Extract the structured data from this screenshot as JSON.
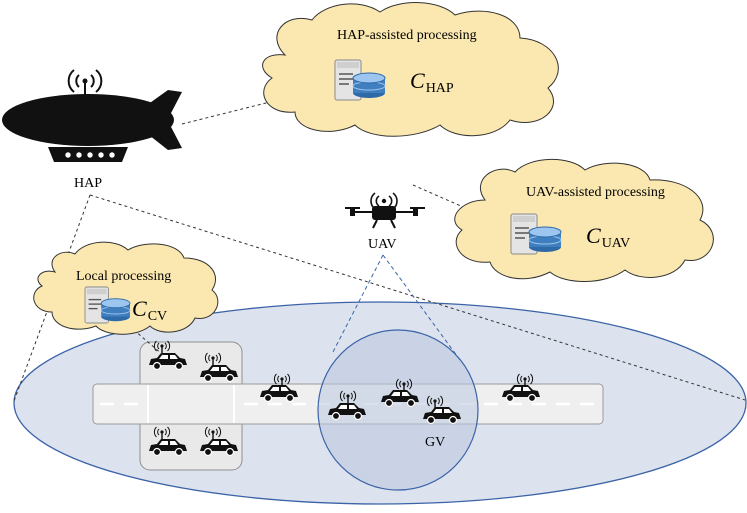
{
  "hap": {
    "label": "HAP",
    "cloud_title": "HAP-assisted processing",
    "server_symbol": "C",
    "server_subscript": "HAP"
  },
  "uav": {
    "label": "UAV",
    "cloud_title": "UAV-assisted processing",
    "server_symbol": "C",
    "server_subscript": "UAV"
  },
  "local": {
    "cloud_title": "Local processing",
    "server_symbol": "C",
    "server_subscript": "CV"
  },
  "ground": {
    "gv_label": "GV"
  },
  "icons": {
    "airship": "airship-icon",
    "drone": "drone-icon",
    "server": "server-database-icon",
    "car": "car-icon",
    "antenna": "wireless-antenna-icon"
  },
  "colors": {
    "cloud_fill": "#fbe8b0",
    "coverage_fill": "#dde3ee",
    "coverage_stroke": "#3b63a8",
    "uav_zone_fill": "#b9c6e0",
    "road": "#efefef",
    "server_blue": "#3f7fc0"
  }
}
